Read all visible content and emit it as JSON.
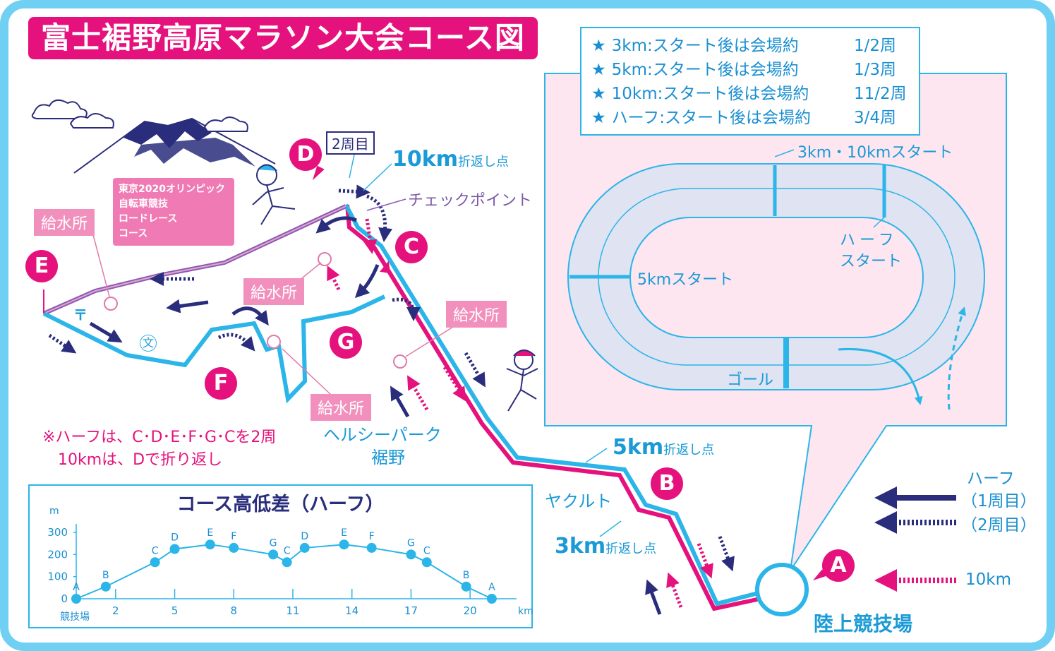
{
  "title": "富士裾野高原マラソン大会コース図",
  "info_lines": [
    {
      "star": "★",
      "dist": "3km",
      "text": ":スタート後は会場約",
      "frac": "1/2周"
    },
    {
      "star": "★",
      "dist": "5km",
      "text": ":スタート後は会場約",
      "frac": "1/3周"
    },
    {
      "star": "★",
      "dist": "10km",
      "text": ":スタート後は会場約",
      "frac": "11/2周"
    },
    {
      "star": "★",
      "dist": "ハーフ",
      "text": ":スタート後は会場約",
      "frac": "3/4周"
    }
  ],
  "track": {
    "start_3_10": "3km・10kmスタート",
    "half_start_1": "ハーフ",
    "half_start_2": "スタート",
    "start_5": "5kmスタート",
    "goal": "ゴール"
  },
  "points": {
    "A": "A",
    "B": "B",
    "C": "C",
    "D": "D",
    "E": "E",
    "F": "F",
    "G": "G"
  },
  "labels": {
    "lap2": "2周目",
    "turn10_big": "10km",
    "turn10_small": "折返し点",
    "checkpoint": "チェックポイント",
    "water": "給水所",
    "turn5_big": "5km",
    "turn5_small": "折返し点",
    "turn3_big": "3km",
    "turn3_small": "折返し点",
    "yakult": "ヤクルト",
    "park1": "ヘルシーパーク",
    "park2": "裾野",
    "stadium": "陸上競技場",
    "post_mark": "〒",
    "school_mark": "文"
  },
  "olympic": [
    "東京2020オリンピック",
    "自転車競技",
    "ロードレース",
    "コース"
  ],
  "note": [
    "※ハーフは、C･D･E･F･G･Cを2周",
    "10kmは、Dで折り返し"
  ],
  "legend": {
    "half": "ハーフ",
    "lap1": "（1周目）",
    "lap2": "（2周目）",
    "km10": "10km"
  },
  "colors": {
    "pink": "#e5127d",
    "cyan": "#2bb5e8",
    "navy": "#2a2d7c",
    "purple": "#8a5bb5",
    "frame": "#6fd0f3"
  },
  "chart_data": {
    "type": "line",
    "title": "コース高低差（ハーフ）",
    "ylabel": "m",
    "xlabel": "km",
    "ylim": [
      0,
      300
    ],
    "xlim": [
      0,
      22
    ],
    "y_ticks": [
      0,
      100,
      200,
      300
    ],
    "x_ticks": [
      2,
      5,
      8,
      11,
      14,
      17,
      20
    ],
    "x_origin_label": "競技場",
    "series": [
      {
        "values": [
          {
            "x": 0,
            "y": 0,
            "label": "A"
          },
          {
            "x": 1.5,
            "y": 55,
            "label": "B"
          },
          {
            "x": 4,
            "y": 165,
            "label": "C"
          },
          {
            "x": 5,
            "y": 225,
            "label": "D"
          },
          {
            "x": 6.8,
            "y": 245,
            "label": "E"
          },
          {
            "x": 8,
            "y": 230,
            "label": "F"
          },
          {
            "x": 10,
            "y": 200,
            "label": "G"
          },
          {
            "x": 10.7,
            "y": 165,
            "label": "C"
          },
          {
            "x": 11.6,
            "y": 230,
            "label": "D"
          },
          {
            "x": 13.6,
            "y": 245,
            "label": "E"
          },
          {
            "x": 15,
            "y": 230,
            "label": "F"
          },
          {
            "x": 17,
            "y": 200,
            "label": "G"
          },
          {
            "x": 17.8,
            "y": 165,
            "label": "C"
          },
          {
            "x": 19.8,
            "y": 55,
            "label": "B"
          },
          {
            "x": 21.1,
            "y": 0,
            "label": "A"
          }
        ]
      }
    ]
  }
}
